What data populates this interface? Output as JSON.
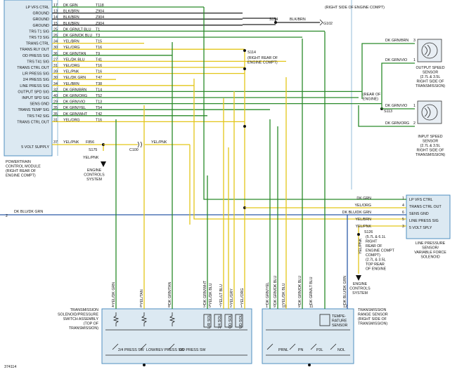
{
  "pcm": {
    "title_lines": [
      "POWERTRAIN",
      "CONTROL MODULE",
      "(RIGHT REAR OF",
      "ENGINE COMPT)"
    ],
    "pins": [
      {
        "label": "LP VFS CTRL",
        "pin": "17",
        "wire": "DK GRN",
        "circuit": "T118",
        "color": "grn"
      },
      {
        "label": "GROUND",
        "pin": "13",
        "wire": "BLK/BRN",
        "circuit": "Z904",
        "color": "blk"
      },
      {
        "label": "GROUND",
        "pin": "14",
        "wire": "BLK/BRN",
        "circuit": "Z904",
        "color": "blk"
      },
      {
        "label": "GROUND",
        "pin": "15",
        "wire": "BLK/BRN",
        "circuit": "Z904",
        "color": "blk"
      },
      {
        "label": "TRS T1 SIG",
        "pin": "25",
        "wire": "DK GRN/LT BLU",
        "circuit": "T1",
        "color": "grn"
      },
      {
        "label": "TRS T3 SIG",
        "pin": "26",
        "wire": "DK GRN/DK BLU",
        "circuit": "T3",
        "color": "grn"
      },
      {
        "label": "TRANS CTRL",
        "pin": "34",
        "wire": "YEL/BRN",
        "circuit": "T15",
        "color": "yel"
      },
      {
        "label": "TRANS RLY OUT",
        "pin": "30",
        "wire": "YEL/ORG",
        "circuit": "T16",
        "color": "yel"
      },
      {
        "label": "OD PRESS SIG",
        "pin": "36",
        "wire": "DK GRN/TAN",
        "circuit": "T9",
        "color": "grn"
      },
      {
        "label": "TRS T41 SIG",
        "pin": "27",
        "wire": "YEL/DK BLU",
        "circuit": "T41",
        "color": "yel"
      },
      {
        "label": "TRANS CTRL OUT",
        "pin": "31",
        "wire": "YEL/ORG",
        "circuit": "T16",
        "color": "yel"
      },
      {
        "label": "L/R PRESS SIG",
        "pin": "39",
        "wire": "YEL/PNK",
        "circuit": "T16",
        "color": "yel"
      },
      {
        "label": "2/4 PRESS SIG",
        "pin": "30",
        "wire": "YEL/DK GRN",
        "circuit": "T47",
        "color": "yel"
      },
      {
        "label": "LINE PRESS SIG",
        "pin": "34",
        "wire": "YEL/BRN",
        "circuit": "T38",
        "color": "yel"
      },
      {
        "label": "OUTPUT SPD SIG",
        "pin": "32",
        "wire": "DK GRN/BRN",
        "circuit": "T14",
        "color": "grn"
      },
      {
        "label": "INPUT SPD SIG",
        "pin": "40",
        "wire": "DK GRN/ORG",
        "circuit": "T52",
        "color": "grn"
      },
      {
        "label": "SENS GND",
        "pin": "29",
        "wire": "DK GRN/VIO",
        "circuit": "T13",
        "color": "grn"
      },
      {
        "label": "TRANS TEMP SIG",
        "pin": "35",
        "wire": "DK GRN/YEL",
        "circuit": "T54",
        "color": "grn"
      },
      {
        "label": "TRS T42 SIG",
        "pin": "35",
        "wire": "DK GRN/WHT",
        "circuit": "T42",
        "color": "grn"
      },
      {
        "label": "TRANS CTRL OUT",
        "pin": "31",
        "wire": "YEL/ORG",
        "circuit": "T16",
        "color": "yel"
      }
    ],
    "five_volt": {
      "label": "5 VOLT SUPPLY",
      "pin": "37",
      "wire": "YEL/PNK",
      "circuit": "F856"
    }
  },
  "splices": {
    "s154": "S154",
    "s154_wire": "BLK/BRN",
    "g102": "G102",
    "g102_note": "(RIGHT SIDE OF ENGINE COMPT)",
    "s114": "S114",
    "s114_note": [
      "(RIGHT REAR OF",
      "ENGINE COMPT)"
    ],
    "s113": "S113",
    "s113_note": [
      "(REAR OF",
      "ENGINE)"
    ],
    "s175": "S175",
    "c100": "C100",
    "c100_wire": "YEL/PNK",
    "s175_wire": "YEL/PNK",
    "s175_dest": [
      "ENGINE",
      "CONTROLS",
      "SYSTEM"
    ],
    "s126": "S126",
    "s126_note": [
      "(5.7L & 6.1L",
      "RIGHT",
      "REAR OF",
      "ENGINE COMPT",
      "COMPT)",
      "(2.7L & 3.5L",
      "TOP REAR",
      "OF ENGINE"
    ],
    "s126_wire": "YEL/PNK",
    "s126_dest": [
      "ENGINE",
      "CONTROLS",
      "SYSTEM"
    ],
    "side_wire": "DK BLU/DK GRN",
    "side_pin": "2"
  },
  "output_sensor": {
    "wires": [
      {
        "pin": "3",
        "wire": "DK GRN/BRN"
      },
      {
        "pin": "1",
        "wire": "DK GRN/VIO"
      }
    ],
    "title": [
      "OUTPUT SPEED",
      "SENSOR",
      "(2.7L & 3.5L",
      "RIGHT SIDE OF",
      "TRANSMISSION)"
    ]
  },
  "input_sensor": {
    "wires": [
      {
        "pin": "1",
        "wire": "DK GRN/VIO"
      },
      {
        "pin": "2",
        "wire": "DK GRN/ORG"
      }
    ],
    "title": [
      "INPUT SPEED",
      "SENSOR",
      "(2.7L & 3.5L",
      "RIGHT SIDE OF",
      "TRANSMISSION)"
    ]
  },
  "line_pressure": {
    "pins": [
      {
        "label": "LP VFS CTRL",
        "pin": "1",
        "wire": "DK GRN"
      },
      {
        "label": "TRANS CTRL OUT",
        "pin": "4",
        "wire": "YEL/ORG"
      },
      {
        "label": "SENS GND",
        "pin": "6",
        "wire": "DK BLU/DK GRN"
      },
      {
        "label": "LINE PRESS SIG",
        "pin": "5",
        "wire": "YEL/BRN"
      },
      {
        "label": "5 VOLT SPLY",
        "pin": "3",
        "wire": "YEL/PNK"
      }
    ],
    "title": [
      "LINE PRESSURE",
      "SENSOR/",
      "VARIABLE FORCE",
      "SOLENOID"
    ]
  },
  "solenoid_assy": {
    "title": [
      "TRANSMISSION",
      "SOLENOID/PRESSURE",
      "SWITCH ASSEMBLY",
      "(TOP OF",
      "TRANSMISSION)"
    ],
    "wires": [
      {
        "wire": "YEL/DK GRN",
        "pin": "4"
      },
      {
        "wire": "YEL/TAN",
        "pin": "6"
      },
      {
        "wire": "DK GRN/TAN",
        "pin": "8"
      },
      {
        "wire": "DK GRN/WHT",
        "pin": "3"
      },
      {
        "wire": "YEL/DK BLU",
        "pin": "5"
      },
      {
        "wire": "YEL/LT BLU",
        "pin": "7"
      },
      {
        "wire": "YEL/GRY",
        "pin": "2"
      },
      {
        "wire": "YEL/ORG",
        "pin": "1"
      }
    ],
    "switches": [
      "2/4 PRESS SW",
      "LOW/REV PRESS SW",
      "OD PRESS SW"
    ],
    "solenoids": [
      "L/R SOL",
      "2/4 SOL",
      "OD SOL",
      "UD SOL"
    ]
  },
  "range_sensor": {
    "title": [
      "TRANSMISSION",
      "RANGE SENSOR",
      "(RIGHT SIDE OF",
      "TRANSMISSION)"
    ],
    "wires": [
      {
        "wire": "DK GRN/YEL",
        "pin": "1"
      },
      {
        "wire": "DK GRN/DK BLU",
        "pin": "9"
      },
      {
        "wire": "YEL/DK BLU",
        "pin": "10"
      },
      {
        "wire": "DK GRN/DK BLU",
        "pin": "9"
      },
      {
        "wire": "DK GRN/LT BLU",
        "pin": "11"
      },
      {
        "wire": "DK BLU/DK GRN",
        "pin": "12"
      }
    ],
    "temp_label": [
      "TEMPE-",
      "RATURE",
      "SENSOR"
    ],
    "switches": [
      "PRNL",
      "PN",
      "P3L",
      "NOL"
    ]
  },
  "figure_id": "374114"
}
